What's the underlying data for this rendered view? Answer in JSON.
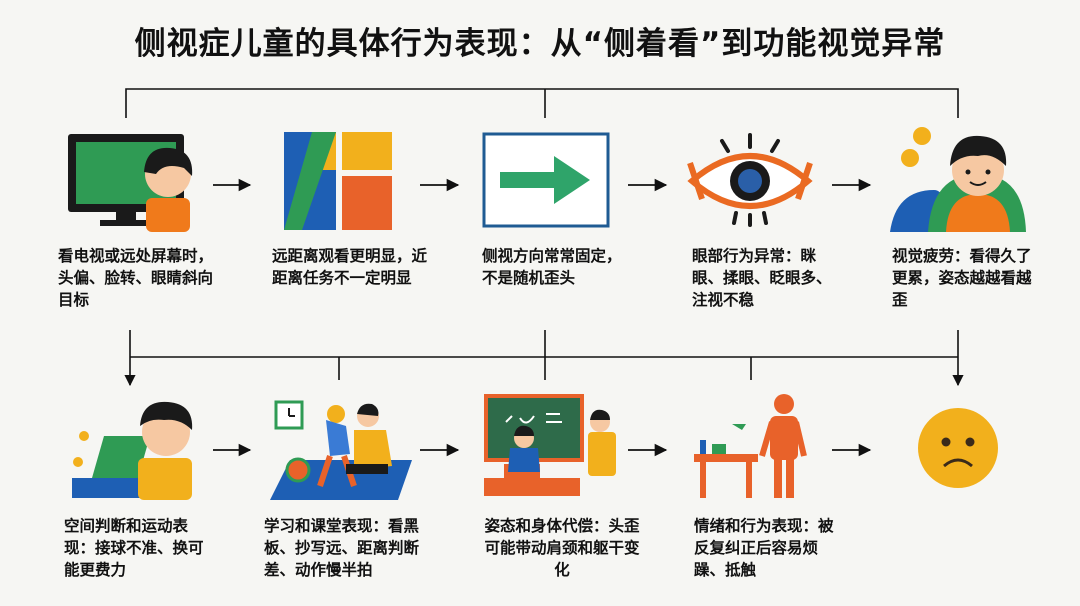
{
  "title": "侧视症儿童的具体行为表现：从“侧着看”到功能视觉异常",
  "row1": [
    {
      "id": "tv",
      "icon": "tv-child-icon",
      "text": "看电视或远处屏幕时，头偏、脸转、眼睛斜向目标"
    },
    {
      "id": "distance",
      "icon": "distance-panels-icon",
      "text": "远距离观看更明显，近距离任务不一定明显"
    },
    {
      "id": "direction",
      "icon": "right-arrow-sign-icon",
      "text": "侧视方向常常固定，不是随机歪头"
    },
    {
      "id": "eye",
      "icon": "eye-icon",
      "text": "眼部行为异常：眯眼、揉眼、眨眼多、注视不稳"
    },
    {
      "id": "fatigue",
      "icon": "tired-child-icon",
      "text": "视觉疲劳：看得久了更累，姿态越越看越歪"
    }
  ],
  "row2": [
    {
      "id": "space",
      "icon": "ball-child-icon",
      "text": "空间判断和运动表现：接球不准、换可能更费力"
    },
    {
      "id": "study",
      "icon": "classroom-play-icon",
      "text": "学习和课堂表现：看黑板、抄写远、距离判断差、动作慢半拍"
    },
    {
      "id": "posture",
      "icon": "blackboard-icon",
      "text": "姿态和身体代偿：头歪可能带动肩颈和躯干变化"
    },
    {
      "id": "emotion",
      "icon": "standing-child-desk-icon",
      "text": "情绪和行为表现：被反复纠正后容易烦躁、抵触"
    },
    {
      "id": "sad",
      "icon": "sad-face-icon",
      "text": ""
    }
  ]
}
